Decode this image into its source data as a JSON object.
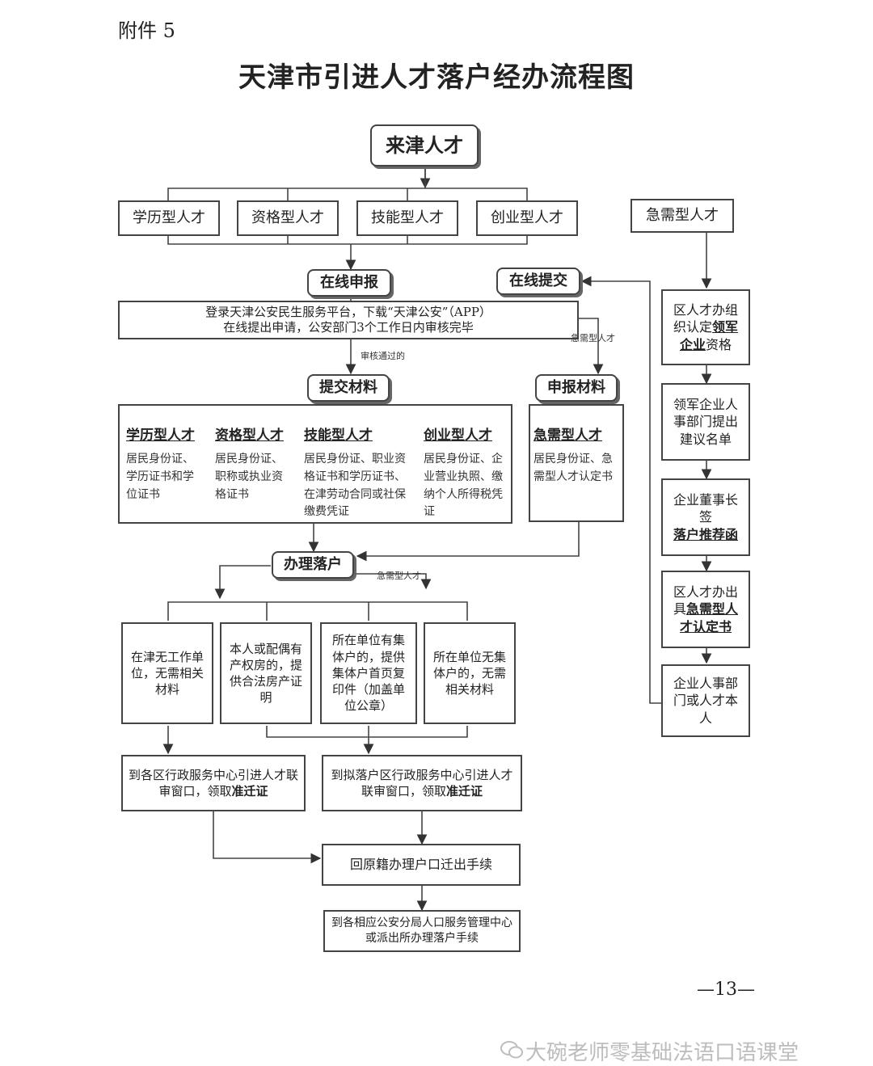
{
  "header": {
    "annex": "附件 5",
    "title": "天津市引进人才落户经办流程图"
  },
  "nodes": {
    "start": "来津人才",
    "cat_edu": "学历型人才",
    "cat_qual": "资格型人才",
    "cat_skill": "技能型人才",
    "cat_biz": "创业型人才",
    "cat_urgent": "急需型人才",
    "online_apply": "在线申报",
    "online_submit": "在线提交",
    "login_line1": "登录天津公安民生服务平台，下载“天津公安”（APP）",
    "login_line2": "在线提出申请，公安部门3个工作日内审核完毕",
    "note_approved": "审核通过的",
    "note_urgent1": "急需型人才",
    "note_urgent2": "急需型人才",
    "submit_materials": "提交材料",
    "report_materials": "申报材料",
    "handle": "办理落户",
    "trans1": "回原籍办理户口迁出手续",
    "final": "到各相应公安分局人口服务管理中心或派出所办理落户手续"
  },
  "materials": [
    {
      "head": "学历型人才",
      "text": "居民身份证、学历证书和学位证书"
    },
    {
      "head": "资格型人才",
      "text": "居民身份证、职称或执业资格证书"
    },
    {
      "head": "技能型人才",
      "text": "居民身份证、职业资格证书和学历证书、在津劳动合同或社保缴费凭证"
    },
    {
      "head": "创业型人才",
      "text": "居民身份证、企业营业执照、缴纳个人所得税凭证"
    }
  ],
  "urgent_materials": {
    "head": "急需型人才",
    "text": "居民身份证、急需型人才认定书"
  },
  "options": [
    "在津无工作单位，无需相关材料",
    "本人或配偶有产权房的，提供合法房产证明",
    "所在单位有集体户的，提供集体户首页复印件（加盖单位公章）",
    "所在单位无集体户的，无需相关材料"
  ],
  "permit": {
    "left_pre": "到各区行政服务中心引进人才联审窗口，领取",
    "left_bold": "准迁证",
    "right_pre": "到拟落户区行政服务中心引进人才联审窗口，领取",
    "right_bold": "准迁证"
  },
  "right_chain": {
    "s1_pre": "区人才办组织认定",
    "s1_bold": "领军企业",
    "s1_post": "资格",
    "s2": "领军企业人事部门提出建议名单",
    "s3_pre": "企业董事长签",
    "s3_bold": "落户推荐函",
    "s4_pre": "区人才办出具",
    "s4_bold": "急需型人才认定书",
    "s5": "企业人事部门或人才本人"
  },
  "footer": {
    "page_number": "—13—",
    "watermark": "大碗老师零基础法语口语课堂"
  }
}
